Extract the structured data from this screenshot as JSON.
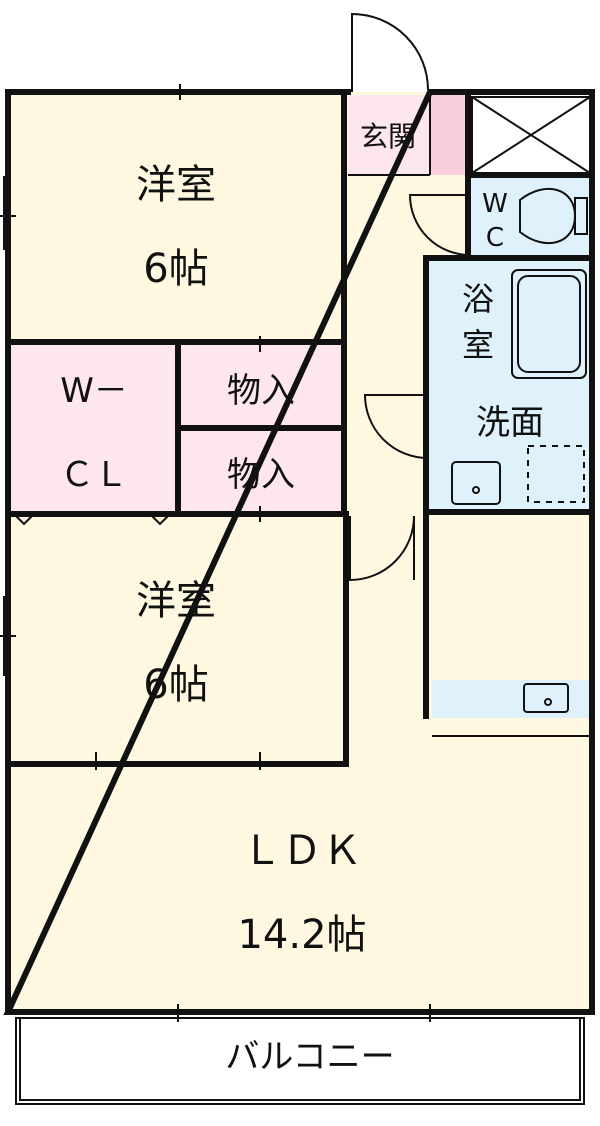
{
  "rooms": {
    "western_room_top": {
      "name": "洋室",
      "size": "6帖"
    },
    "western_room_bottom": {
      "name": "洋室",
      "size": "6帖"
    },
    "walk_in_closet": {
      "line1": "W－",
      "line2": "ＣＬ"
    },
    "storage_top": {
      "name": "物入"
    },
    "storage_bottom": {
      "name": "物入"
    },
    "entrance": {
      "name": "玄関"
    },
    "toilet": {
      "line1": "W",
      "line2": "C"
    },
    "bathroom": {
      "line1": "浴",
      "line2": "室"
    },
    "washroom": {
      "name": "洗面"
    },
    "ldk": {
      "name": "ＬＤＫ",
      "size": "14.2帖"
    },
    "balcony": {
      "name": "バルコニー"
    }
  },
  "colors": {
    "room_fill": "#fff8e1",
    "closet_fill": "#fde6ec",
    "wet_area_fill": "#dff1fb",
    "wall": "#111111",
    "balcony_fill": "#ffffff"
  }
}
